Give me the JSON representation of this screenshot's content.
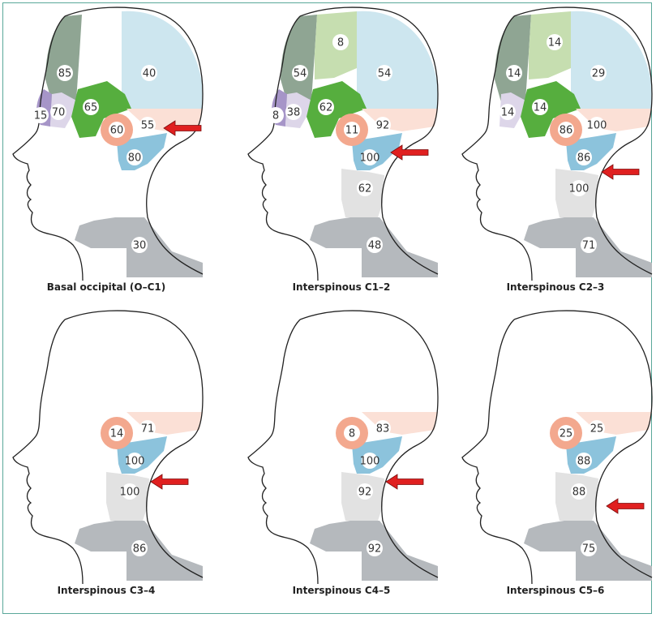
{
  "colors": {
    "occipital_dark": "#8fa593",
    "parietal_light": "#c6deb0",
    "temporal_blue": "#cde6ef",
    "temporal_green": "#56ae3e",
    "frontal_purple": "#a695c8",
    "frontal_light": "#ddd6e9",
    "ear_ring": "#f3a88e",
    "ear_pale": "#fbe0d6",
    "upper_neck": "#8cc3dc",
    "mid_neck": "#e2e2e2",
    "shoulder": "#b5b9bd",
    "arrow": "#e02020",
    "circle_fill": "#ffffff",
    "outline": "#222222",
    "frame_border": "#5aa89a"
  },
  "panels": [
    {
      "caption": "Basal occipital (O–C1)",
      "arrow_target": "suboccipital",
      "values": {
        "occipital": "85",
        "top": "",
        "parietal": "40",
        "frontal": "15",
        "frontal_light": "70",
        "temporal": "65",
        "ear": "60",
        "behind_ear": "55",
        "upper_neck": "80",
        "mid_neck": "",
        "shoulder": "30"
      }
    },
    {
      "caption": "Interspinous C1–2",
      "arrow_target": "upper_neck",
      "values": {
        "occipital": "54",
        "top": "8",
        "parietal": "54",
        "frontal": "8",
        "frontal_light": "38",
        "temporal": "62",
        "ear": "11",
        "behind_ear": "92",
        "upper_neck": "100",
        "mid_neck": "62",
        "shoulder": "48"
      }
    },
    {
      "caption": "Interspinous C2–3",
      "arrow_target": "neck_c2",
      "values": {
        "occipital": "14",
        "top": "14",
        "parietal": "29",
        "frontal": "",
        "frontal_light": "14",
        "temporal": "14",
        "ear": "86",
        "behind_ear": "100",
        "upper_neck": "86",
        "mid_neck": "100",
        "shoulder": "71"
      }
    },
    {
      "caption": "Interspinous C3–4",
      "arrow_target": "mid_neck",
      "values": {
        "occipital": "",
        "top": "",
        "parietal": "",
        "frontal": "",
        "frontal_light": "",
        "temporal": "",
        "ear": "14",
        "behind_ear": "71",
        "upper_neck": "100",
        "mid_neck": "100",
        "shoulder": "86"
      }
    },
    {
      "caption": "Interspinous C4–5",
      "arrow_target": "mid_neck",
      "values": {
        "occipital": "",
        "top": "",
        "parietal": "",
        "frontal": "",
        "frontal_light": "",
        "temporal": "",
        "ear": "8",
        "behind_ear": "83",
        "upper_neck": "100",
        "mid_neck": "92",
        "shoulder": "92"
      }
    },
    {
      "caption": "Interspinous C5–6",
      "arrow_target": "lower_neck",
      "values": {
        "occipital": "",
        "top": "",
        "parietal": "",
        "frontal": "",
        "frontal_light": "",
        "temporal": "",
        "ear": "25",
        "behind_ear": "25",
        "upper_neck": "88",
        "mid_neck": "88",
        "shoulder": "75"
      }
    }
  ]
}
